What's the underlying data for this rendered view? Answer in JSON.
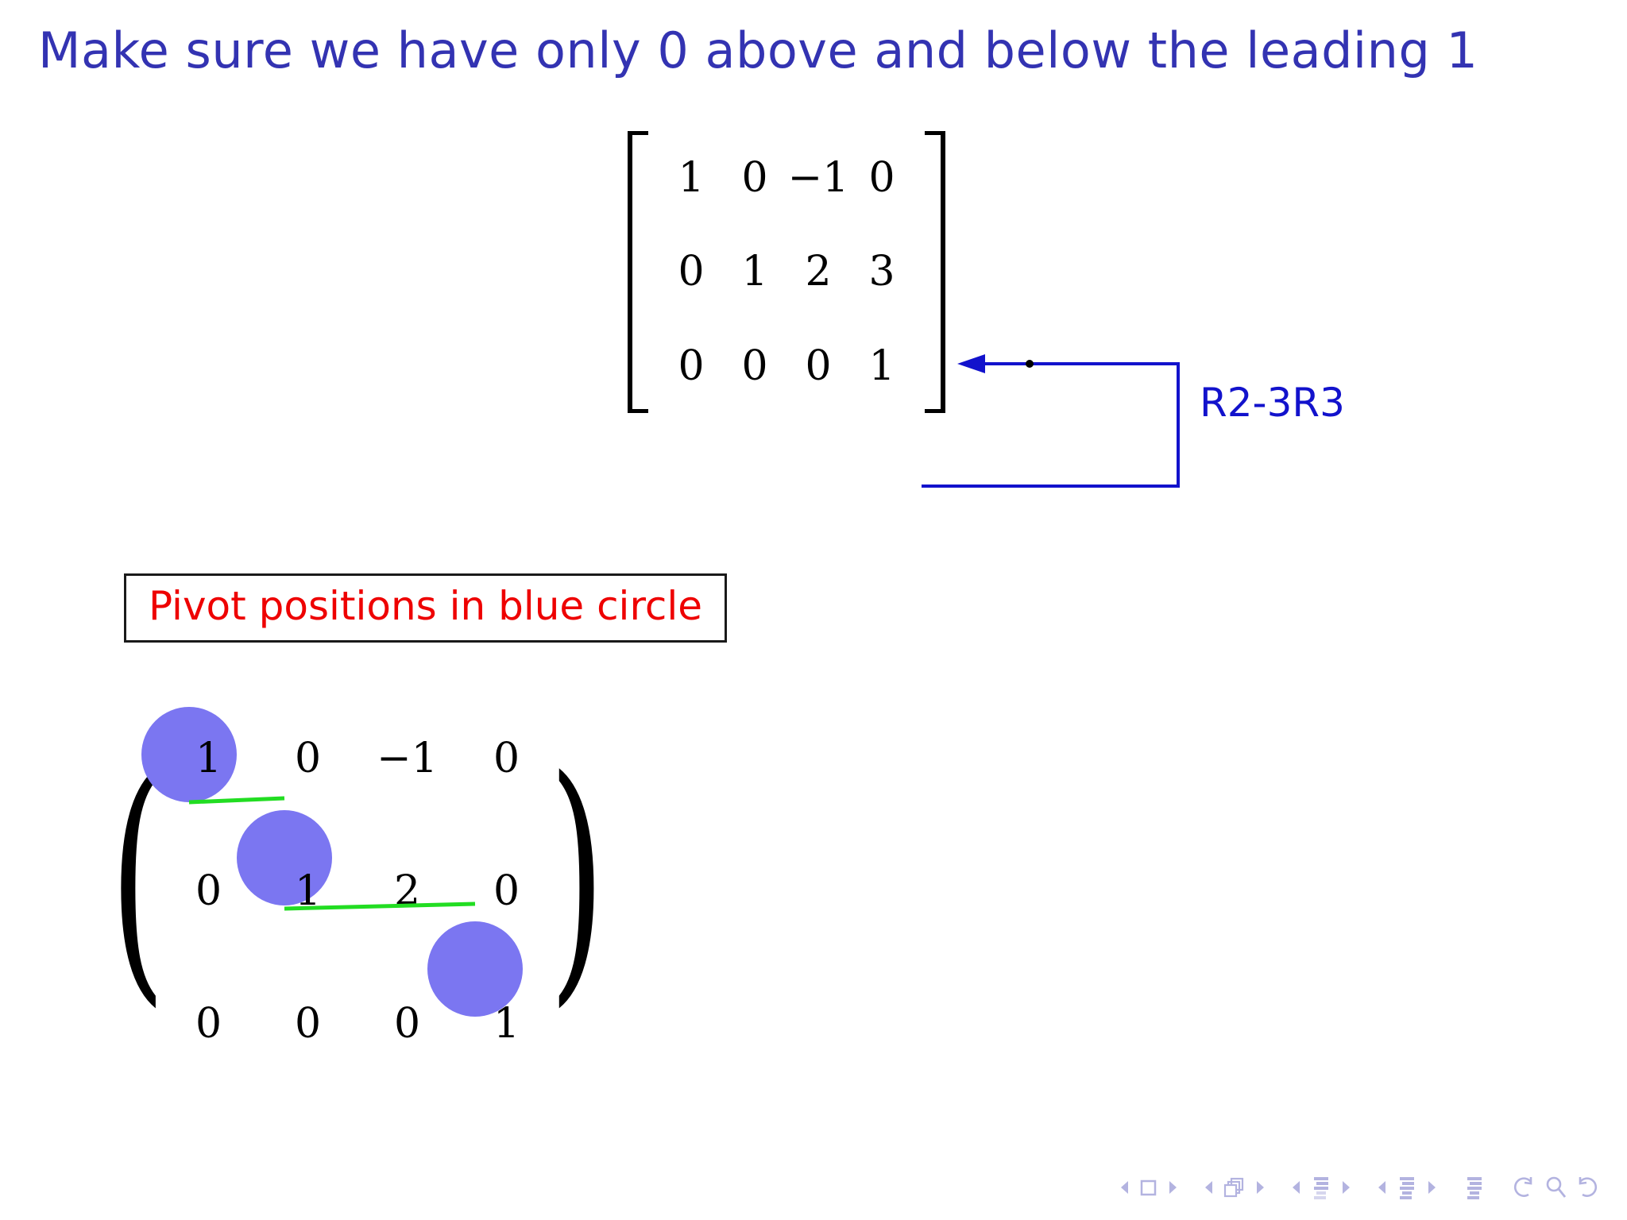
{
  "slide": {
    "title": "Make sure we have only 0 above and below the leading 1",
    "title_color": "#3333b2"
  },
  "matrix_one": {
    "name": "augmented-matrix-bracket",
    "bracket_style": "square",
    "rows": [
      [
        "1",
        "0",
        "−1",
        "0"
      ],
      [
        "0",
        "1",
        "2",
        "3"
      ],
      [
        "0",
        "0",
        "0",
        "1"
      ]
    ]
  },
  "annotation": {
    "row_operation_label": "R2-3R3",
    "color": "#1212cc",
    "arrow_target_row": 2,
    "arrow_direction": "left",
    "source_row": 3
  },
  "pivot_note": {
    "text": "Pivot positions in blue circle",
    "text_color": "#ee0000",
    "border_color": "#1a1a1a"
  },
  "matrix_two": {
    "name": "rref-matrix-paren",
    "bracket_style": "round",
    "rows": [
      [
        "1",
        "0",
        "−1",
        "0"
      ],
      [
        "0",
        "1",
        "2",
        "0"
      ],
      [
        "0",
        "0",
        "0",
        "1"
      ]
    ],
    "pivot_cells": [
      {
        "row": 1,
        "col": 1,
        "value": "1"
      },
      {
        "row": 2,
        "col": 2,
        "value": "1"
      },
      {
        "row": 3,
        "col": 4,
        "value": "1"
      }
    ],
    "circle_color": "#7b76f1",
    "staircase_line_color": "#22dd22"
  },
  "nav_bar": {
    "color": "#b3b3e0",
    "items": [
      "prev-frame-arrow",
      "frame-icon",
      "next-frame-arrow",
      "prev-subsection-arrow",
      "slides-icon",
      "next-subsection-arrow",
      "prev-section-arrow",
      "section-icon",
      "next-section-arrow",
      "prev-doc-arrow",
      "document-icon",
      "next-doc-arrow",
      "toc-icon",
      "back-icon",
      "search-icon",
      "forward-icon"
    ]
  }
}
